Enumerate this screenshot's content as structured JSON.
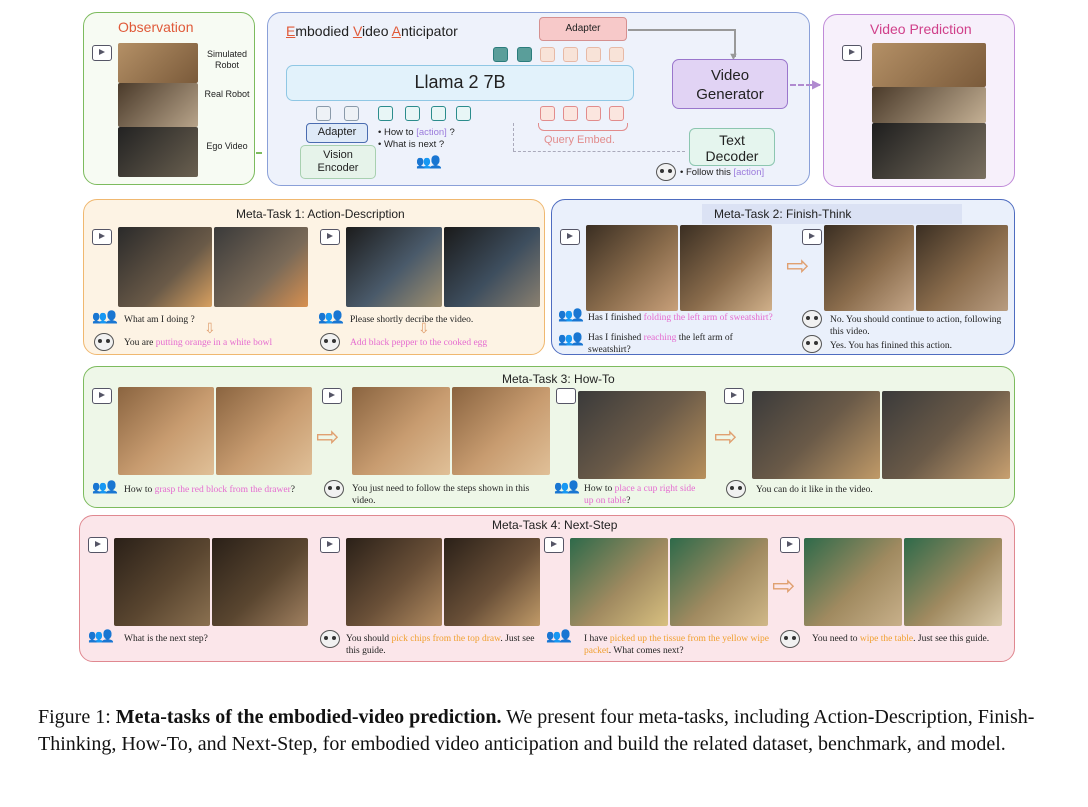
{
  "observation": {
    "title": "Observation",
    "labels": {
      "sim": "Simulated Robot",
      "real": "Real Robot",
      "ego": "Ego Video"
    }
  },
  "anticipator": {
    "title_parts": [
      "E",
      "mbodied ",
      "V",
      "ideo ",
      "A",
      "nticipator"
    ],
    "llm": "Llama 2 7B",
    "adapter_top": "Adapter",
    "adapter_left": "Adapter",
    "vision_encoder": "Vision\nEncoder",
    "video_generator": "Video\nGenerator",
    "text_decoder": "Text\nDecoder",
    "query_embed": "Query Embed.",
    "bullet_1_pre": "How to ",
    "bullet_1_tag": "[action]",
    "bullet_1_post": " ?",
    "bullet_2": "What is next ?",
    "follow_pre": "Follow this ",
    "follow_tag": "[action]"
  },
  "prediction": {
    "title": "Video Prediction"
  },
  "mt1": {
    "title": "Meta-Task 1:  Action-Description",
    "q1": "What am I doing ?",
    "a1_pre": "You are ",
    "a1_hl": "putting orange in a white bowl",
    "q2": "Please shortly decribe the video.",
    "a2_hl": "Add black pepper to the cooked egg"
  },
  "mt2": {
    "title": "Meta-Task 2: Finish-Think",
    "q1_pre": "Has I finished ",
    "q1_hl": "folding the left arm of sweatshirt?",
    "q2_pre": "Has I finished ",
    "q2_hl": "reaching",
    "q2_post": " the left arm of sweatshirt?",
    "a1": "No. You should continue to action, following this video.",
    "a2": "Yes. You has finined this action."
  },
  "mt3": {
    "title": "Meta-Task 3: How-To",
    "q1_pre": "How to ",
    "q1_hl": "grasp the red block from the drawer",
    "q1_post": "?",
    "a1": "You just need to follow the steps shown in this video.",
    "q2_pre": "How to ",
    "q2_hl": "place a cup right side up on table",
    "q2_post": "?",
    "a2": "You can do it like in the video."
  },
  "mt4": {
    "title": "Meta-Task 4: Next-Step",
    "q1": "What is the next step?",
    "a1_pre": "You should ",
    "a1_hl": "pick chips from the top draw",
    "a1_post": ". Just see this guide.",
    "q2_pre": "I have ",
    "q2_hl": "picked up the tissue from the yellow wipe packet",
    "q2_post": ". What comes next?",
    "a2_pre": "You need to ",
    "a2_hl": "wipe the table",
    "a2_post": ".  Just see this guide."
  },
  "caption": {
    "label": "Figure 1: ",
    "bold": "Meta-tasks of the embodied-video prediction.",
    "rest": " We present four meta-tasks, including Action-Description, Finish-Thinking, How-To, and Next-Step, for embodied video anticipation and build the related dataset, benchmark, and model."
  },
  "colors": {
    "observation_border": "#7dbb5e",
    "anticipator_border": "#8aa0d8",
    "prediction_border": "#c08ad8",
    "mt1_border": "#f0b870",
    "mt2_border": "#4e6cc0",
    "mt3_border": "#7dbb5e",
    "mt4_border": "#e08890"
  }
}
